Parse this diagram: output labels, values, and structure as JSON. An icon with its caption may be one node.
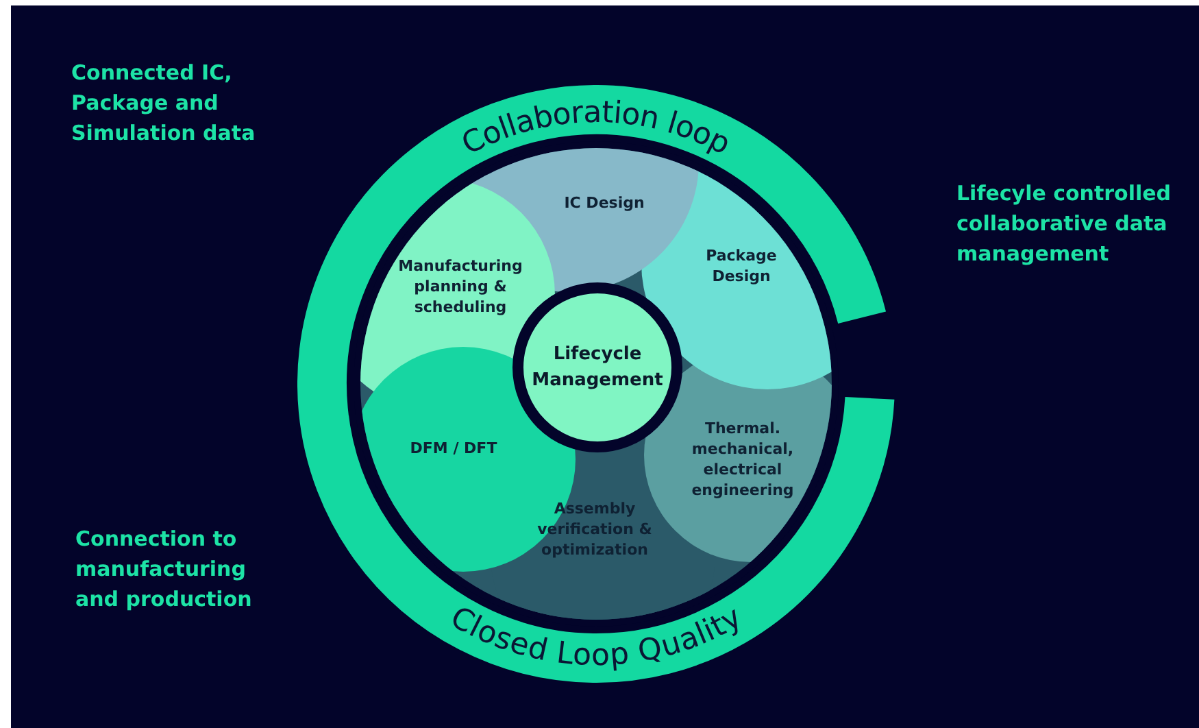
{
  "diagram": {
    "nodes": [
      {
        "text": [
          "Collaboration loop",
          "Closed Loop Quality"
        ]
      },
      {
        "text": [
          "IC Design"
        ],
        "in": 0
      },
      {
        "text": [
          "Package Design"
        ],
        "in": 0
      },
      {
        "text": [
          "Thermal. mechanical, electrical engineering"
        ],
        "in": 0
      },
      {
        "text": [
          "Assembly verification & optimization"
        ],
        "in": 0
      },
      {
        "text": [
          "DFM / DFT"
        ],
        "in": 0
      },
      {
        "text": [
          "Manufacturing planning & scheduling"
        ],
        "in": 0
      },
      {
        "text": [
          "Lifecycle Management"
        ],
        "in": 0
      }
    ],
    "edges": [],
    "labels": [
      "Connected IC, Package and Simulation data",
      "Lifecyle controlled collaborative data management",
      "Connection to manufacturing and production"
    ]
  }
}
